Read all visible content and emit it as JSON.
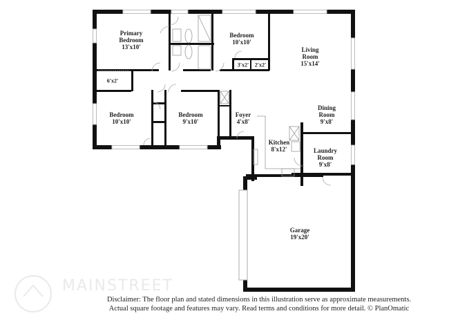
{
  "rooms": {
    "primary_bedroom": {
      "name_line1": "Primary",
      "name_line2": "Bedroom",
      "size": "13'x10'"
    },
    "closet_primary": {
      "size": "6'x2'"
    },
    "bedroom_top": {
      "name": "Bedroom",
      "size": "10'x10'"
    },
    "closet_a": {
      "size": "3'x2'"
    },
    "closet_b": {
      "size": "2'x2'"
    },
    "living_room": {
      "name_line1": "Living",
      "name_line2": "Room",
      "size": "15'x14'"
    },
    "bedroom_left": {
      "name": "Bedroom",
      "size": "10'x10'"
    },
    "bedroom_mid": {
      "name": "Bedroom",
      "size": "9'x10'"
    },
    "foyer": {
      "name": "Foyer",
      "size": "4'x8'"
    },
    "dining_room": {
      "name_line1": "Dining",
      "name_line2": "Room",
      "size": "9'x8'"
    },
    "kitchen": {
      "name": "Kitchen",
      "size": "8'x12'"
    },
    "laundry_room": {
      "name_line1": "Laundry",
      "name_line2": "Room",
      "size": "9'x8'"
    },
    "garage": {
      "name": "Garage",
      "size": "19'x20'"
    }
  },
  "disclaimer": {
    "line1": "Disclaimer: The floor plan and stated dimensions in this illustration serve as approximate measurements.",
    "line2": "Actual square footage and features may vary. Read terms and conditions for more detail. © PlanOmatic"
  },
  "watermark": {
    "text": "MAINSTREET"
  },
  "colors": {
    "wall": "#111111",
    "window": "#cccccc",
    "fixture": "#999999"
  }
}
